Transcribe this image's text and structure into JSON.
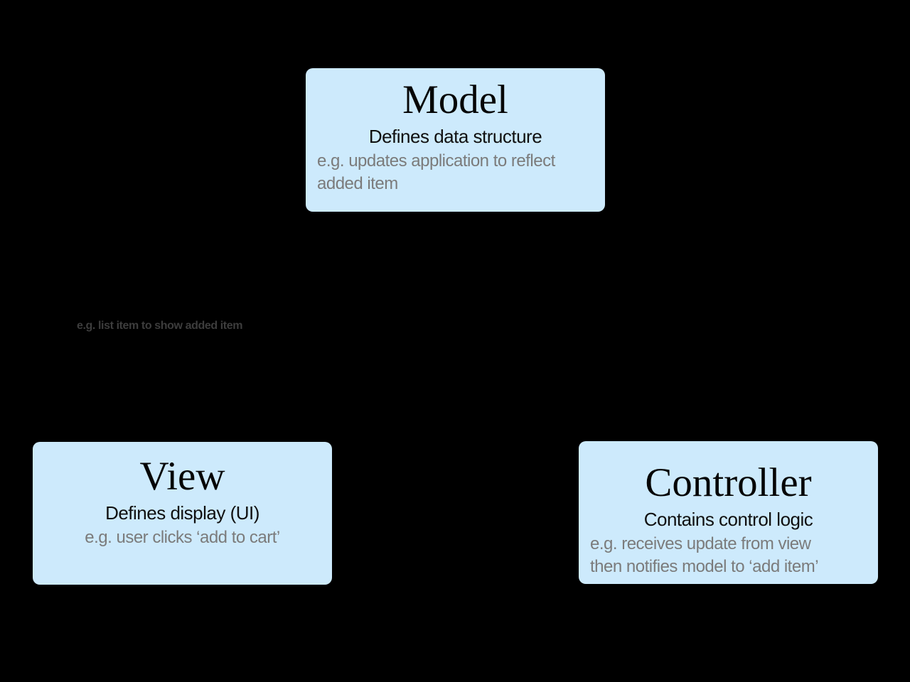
{
  "diagram": {
    "background_color": "#000000",
    "box_color": "#cdeafc",
    "title_color": "#060606",
    "example_text_color": "#7b7b7b",
    "note_color": "#3d3d3d",
    "boxes": {
      "model": {
        "title": "Model",
        "subtitle": "Defines data structure",
        "example_lines": [
          "e.g. updates application to reflect",
          "added item"
        ]
      },
      "view": {
        "title": "View",
        "subtitle": "Defines display (UI)",
        "example_lines": [
          "e.g. user clicks ‘add to cart’"
        ]
      },
      "controller": {
        "title": "Controller",
        "subtitle": "Contains control logic",
        "example_lines": [
          "e.g. receives update from view",
          "then notifies model to ‘add item’"
        ]
      }
    },
    "floating_note": {
      "text": "e.g. list item to show added item"
    }
  }
}
